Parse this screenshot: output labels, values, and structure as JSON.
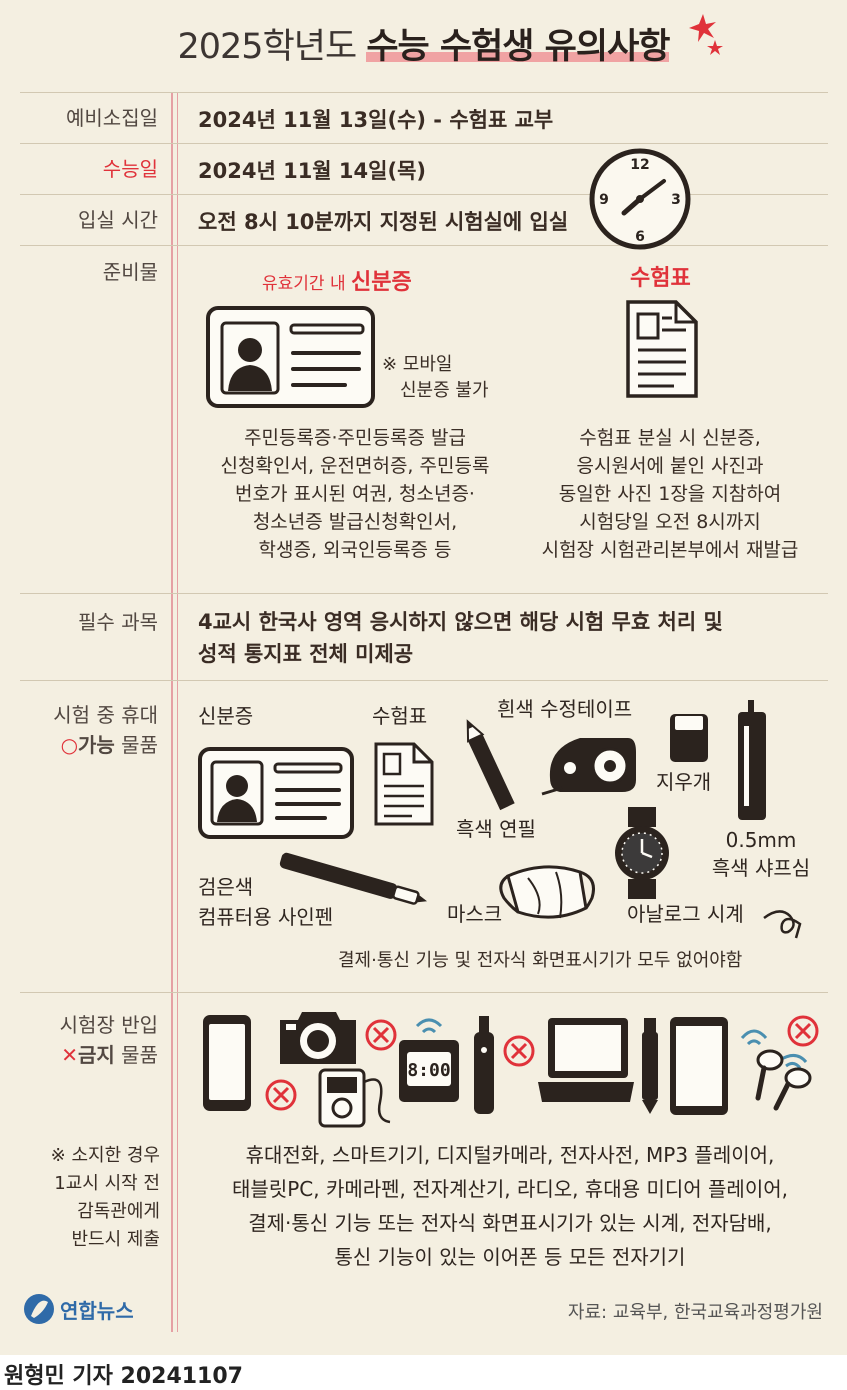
{
  "title": {
    "plain": "2025학년도 ",
    "bold": "수능 수험생 유의사항"
  },
  "rows": {
    "preliminary": {
      "label": "예비소집일",
      "value": "2024년 11월 13일(수) - 수험표 교부"
    },
    "exam_day": {
      "label": "수능일",
      "value": "2024년 11월 14일(목)"
    },
    "entry_time": {
      "label": "입실 시간",
      "value": "오전 8시 10분까지 지정된 시험실에 입실"
    },
    "materials": {
      "label": "준비물",
      "id_card_prefix": "유효기간 내 ",
      "id_card_title": "신분증",
      "mobile_note_1": "※ 모바일",
      "mobile_note_2": "신분증 불가",
      "id_card_lines": [
        "주민등록증·주민등록증 발급",
        "신청확인서, 운전면허증, 주민등록",
        "번호가 표시된 여권, 청소년증·",
        "청소년증 발급신청확인서,",
        "학생증, 외국인등록증 등"
      ],
      "ticket_title": "수험표",
      "ticket_lines": [
        "수험표 분실 시 신분증,",
        "응시원서에 붙인 사진과",
        "동일한 사진 1장을 지참하여",
        "시험당일 오전 8시까지",
        "시험장 시험관리본부에서 재발급"
      ]
    },
    "required": {
      "label": "필수 과목",
      "line1": "4교시 한국사 영역 응시하지 않으면 해당 시험 무효 처리 및",
      "line2": "성적 통지표 전체 미제공"
    },
    "allowed": {
      "label_1": "시험 중 휴대",
      "mark": "○",
      "label_bold": "가능",
      "label_rest": " 물품",
      "items": {
        "id": "신분증",
        "ticket": "수험표",
        "tape": "흰색 수정테이프",
        "pencil": "흑색 연필",
        "eraser": "지우개",
        "lead_1": "0.5mm",
        "lead_2": "흑색 샤프심",
        "pen_1": "검은색",
        "pen_2": "컴퓨터용 사인펜",
        "mask": "마스크",
        "watch": "아날로그 시계"
      },
      "note": "결제·통신 기능 및 전자식 화면표시기가 모두 없어야함"
    },
    "banned": {
      "label_1": "시험장 반입",
      "mark": "✕",
      "label_bold": "금지",
      "label_rest": " 물품",
      "calc_display": "8:00",
      "note_lines": [
        "※ 소지한 경우",
        "1교시 시작 전",
        "감독관에게",
        "반드시 제출"
      ],
      "list_lines": [
        "휴대전화, 스마트기기, 디지털카메라, 전자사전, MP3 플레이어,",
        "태블릿PC, 카메라펜, 전자계산기, 라디오, 휴대용 미디어 플레이어,",
        "결제·통신 기능 또는 전자식 화면표시기가 있는 시계, 전자담배,",
        "통신 기능이 있는 이어폰 등 모든 전자기기"
      ]
    }
  },
  "clock_numbers": [
    "12",
    "3",
    "6",
    "9"
  ],
  "logo": "연합뉴스",
  "source": "자료: 교육부, 한국교육과정평가원",
  "byline": "원형민 기자  20241107",
  "colors": {
    "accent_red": "#e0323a",
    "paper": "#f4efe1",
    "margin_line": "#e5a0a4",
    "text": "#3a2c24"
  }
}
